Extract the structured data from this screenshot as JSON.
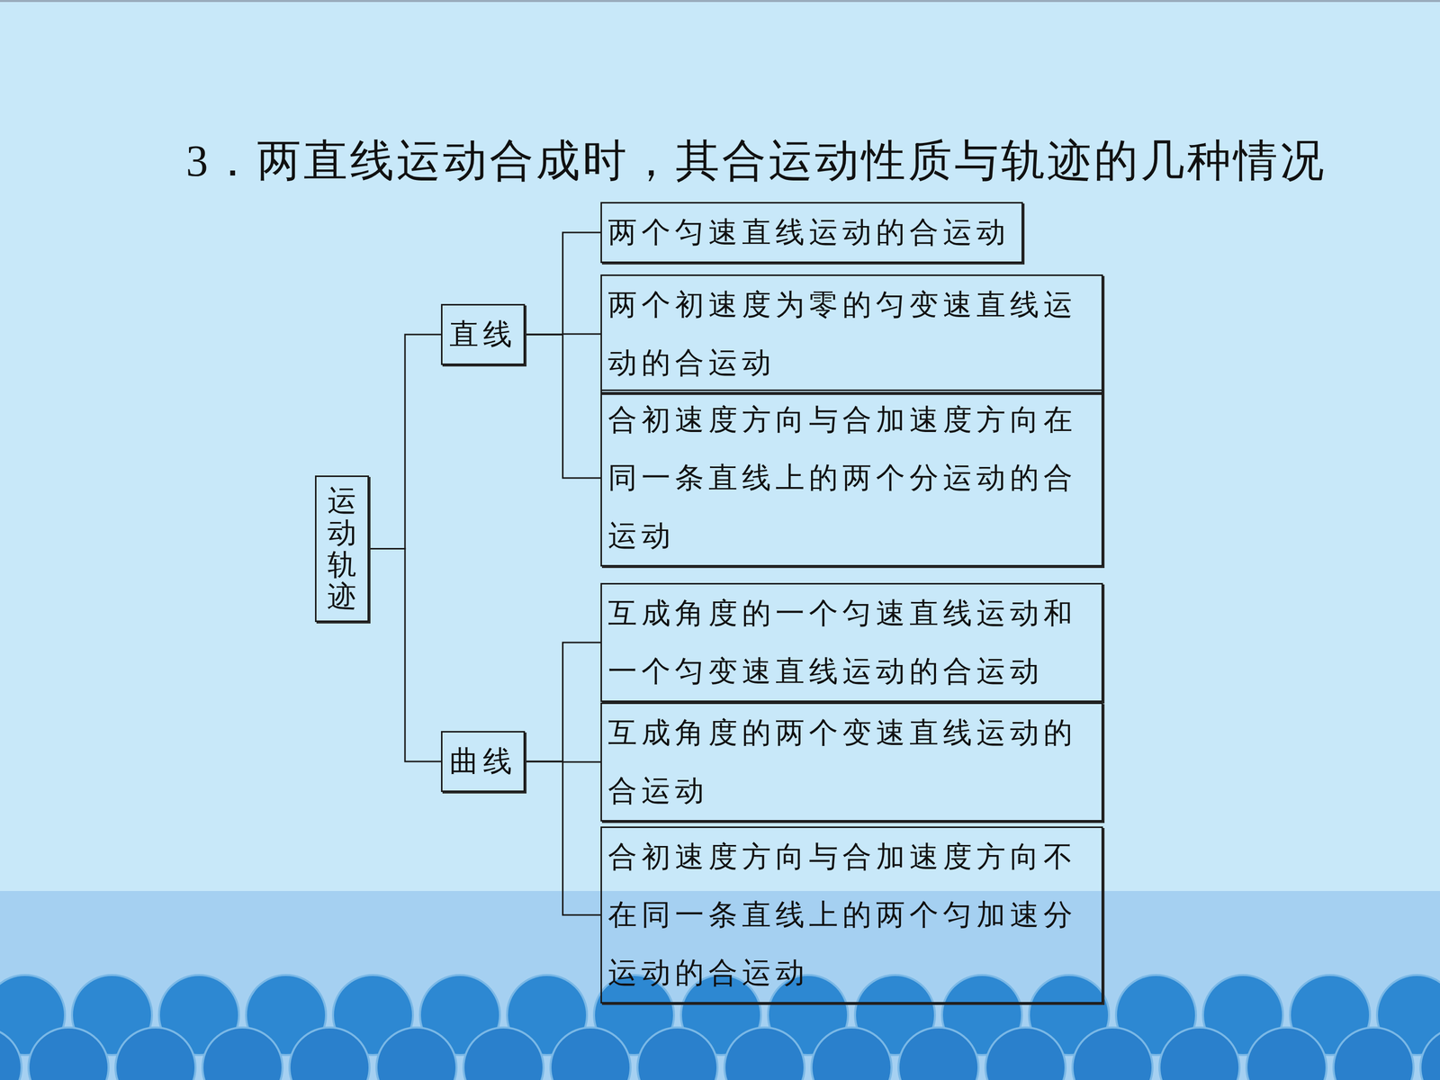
{
  "diagram": {
    "title": "3．两直线运动合成时，其合运动性质与轨迹的几种情况",
    "nodes": [
      {
        "text": [
          "运动轨迹"
        ]
      },
      {
        "text": [
          "直线"
        ]
      },
      {
        "text": [
          "曲线"
        ]
      },
      {
        "text": [
          "两个匀速直线运动的合运动"
        ]
      },
      {
        "text": [
          "两个初速度为零的匀变速直线运动的合运动"
        ]
      },
      {
        "text": [
          "合初速度方向与合加速度方向在同一条直线上的两个分运动的合运动"
        ]
      },
      {
        "text": [
          "互成角度的一个匀速直线运动和一个匀变速直线运动的合运动"
        ]
      },
      {
        "text": [
          "互成角度的两个变速直线运动的合运动"
        ]
      },
      {
        "text": [
          "合初速度方向与合加速度方向不在同一条直线上的两个匀加速分运动的合运动"
        ]
      }
    ],
    "edges": [
      {
        "from": 0,
        "to": 1,
        "arrow": "none"
      },
      {
        "from": 0,
        "to": 2,
        "arrow": "none"
      },
      {
        "from": 1,
        "to": 3,
        "arrow": "none"
      },
      {
        "from": 1,
        "to": 4,
        "arrow": "none"
      },
      {
        "from": 1,
        "to": 5,
        "arrow": "none"
      },
      {
        "from": 2,
        "to": 6,
        "arrow": "none"
      },
      {
        "from": 2,
        "to": 7,
        "arrow": "none"
      },
      {
        "from": 2,
        "to": 8,
        "arrow": "none"
      }
    ]
  }
}
